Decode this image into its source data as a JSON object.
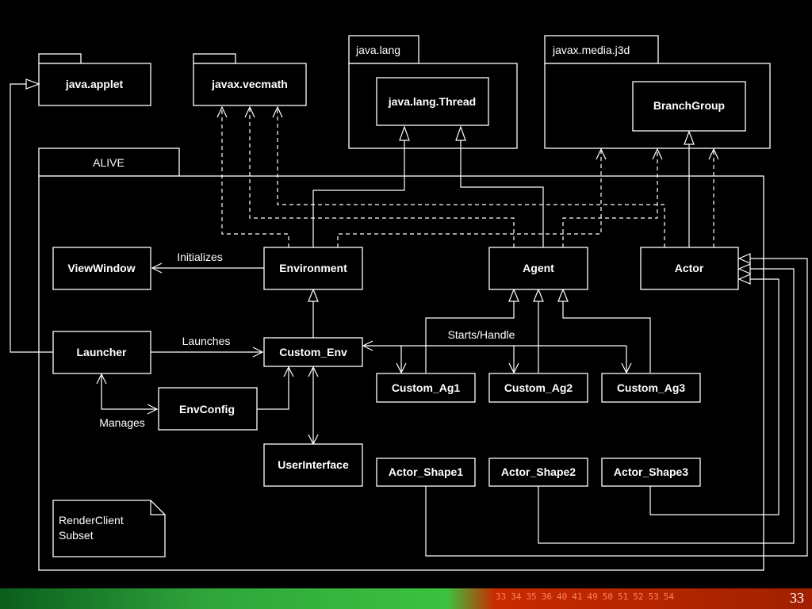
{
  "packages": {
    "java_applet": "java.applet",
    "javax_vecmath": "javax.vecmath",
    "java_lang": "java.lang",
    "javax_media_j3d": "javax.media.j3d",
    "alive": "ALIVE"
  },
  "classes": {
    "thread": "java.lang.Thread",
    "branchgroup": "BranchGroup",
    "viewwindow": "ViewWindow",
    "environment": "Environment",
    "agent": "Agent",
    "actor": "Actor",
    "launcher": "Launcher",
    "custom_env": "Custom_Env",
    "envconfig": "EnvConfig",
    "userinterface": "UserInterface",
    "custom_ag1": "Custom_Ag1",
    "custom_ag2": "Custom_Ag2",
    "custom_ag3": "Custom_Ag3",
    "actor_shape1": "Actor_Shape1",
    "actor_shape2": "Actor_Shape2",
    "actor_shape3": "Actor_Shape3"
  },
  "labels": {
    "initializes": "Initializes",
    "launches": "Launches",
    "manages": "Manages",
    "starts_handle": "Starts/Handle"
  },
  "note": {
    "line1": "RenderClient",
    "line2": "Subset"
  },
  "footer": {
    "pages": [
      "33",
      "34",
      "35",
      "36",
      "40",
      "41",
      "49",
      "50",
      "51",
      "52",
      "53",
      "54"
    ],
    "current_page": "33"
  }
}
